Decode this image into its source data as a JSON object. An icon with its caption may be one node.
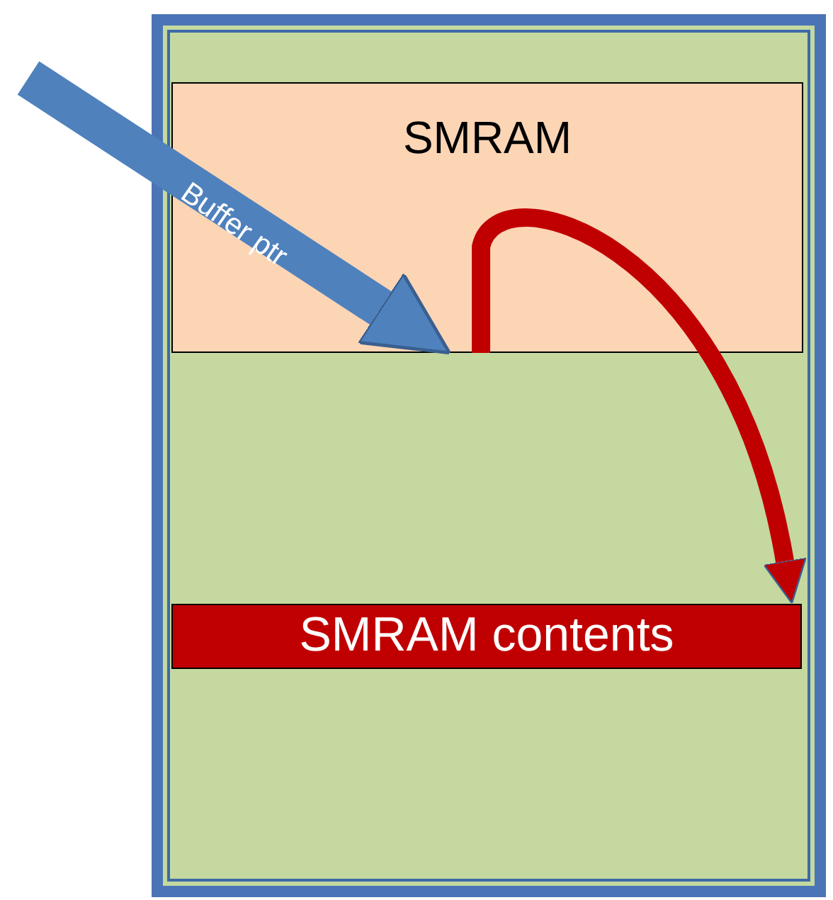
{
  "diagram": {
    "nodes": [
      {
        "text": [],
        "shape": "box"
      },
      {
        "text": [
          "SMRAM"
        ],
        "in": 0
      },
      {
        "text": [
          "SMRAM contents"
        ],
        "in": 0
      }
    ],
    "edges": [
      {
        "from": null,
        "to": 1,
        "arrow": "to",
        "label": "Buffer ptr",
        "style": "thick",
        "color": "#4f81bd"
      },
      {
        "from": 1,
        "to": 2,
        "arrow": "to",
        "color": "#c00000"
      }
    ]
  }
}
